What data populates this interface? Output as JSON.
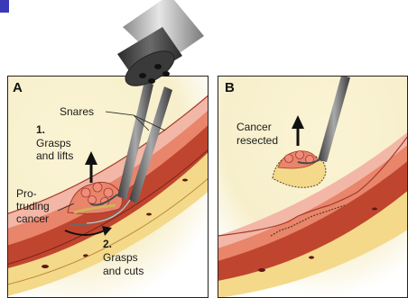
{
  "panel_a": {
    "letter": "A",
    "snares_label": "Snares",
    "step1_number": "1.",
    "step1_line1": "Grasps",
    "step1_line2": "and lifts",
    "protruding_line1": "Pro-",
    "protruding_line2": "truding",
    "protruding_line3": "cancer",
    "step2_number": "2.",
    "step2_line1": "Grasps",
    "step2_line2": "and cuts"
  },
  "panel_b": {
    "letter": "B",
    "resected_line1": "Cancer",
    "resected_line2": "resected"
  },
  "colors": {
    "accent_square": "#3a3ab8",
    "background_glow": "#f6efc8",
    "tissue_pink": "#f2b7a6",
    "tissue_dark": "#a43a2c",
    "muscle_red": "#c0452f",
    "fat_yellow": "#f4d98a",
    "instrument_gray": "#5d5d5d"
  }
}
